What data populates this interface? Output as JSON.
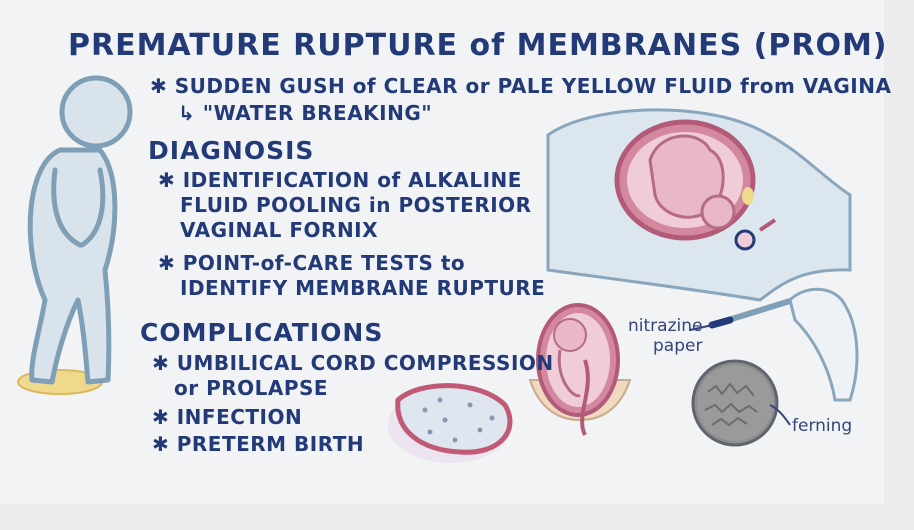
{
  "title": "PREMATURE RUPTURE of MEMBRANES (PROM)",
  "intro": {
    "bullet": "✱ SUDDEN GUSH of CLEAR or PALE YELLOW FLUID from VAGINA",
    "sub": "↳ \"WATER BREAKING\""
  },
  "diagnosis": {
    "heading": "DIAGNOSIS",
    "items": [
      [
        "✱ IDENTIFICATION of ALKALINE",
        "FLUID POOLING in POSTERIOR",
        "VAGINAL FORNIX"
      ],
      [
        "✱ POINT-of-CARE TESTS to",
        "IDENTIFY MEMBRANE RUPTURE"
      ]
    ]
  },
  "complications": {
    "heading": "COMPLICATIONS",
    "items": [
      [
        "✱ UMBILICAL CORD COMPRESSION",
        "or PROLAPSE"
      ],
      [
        "✱ INFECTION"
      ],
      [
        "✱ PRETERM BIRTH"
      ]
    ]
  },
  "labels": {
    "nitrazine": [
      "nitrazine",
      "paper"
    ],
    "ferning": "ferning"
  },
  "colors": {
    "ink": "#233a78",
    "figure_fill": "#d8e3eb",
    "figure_stroke": "#7f9fb7",
    "uterus": "#c46a8a",
    "fetus": "#e6c2cf",
    "fluid": "#efd98d",
    "background": "#f2f3f5"
  }
}
